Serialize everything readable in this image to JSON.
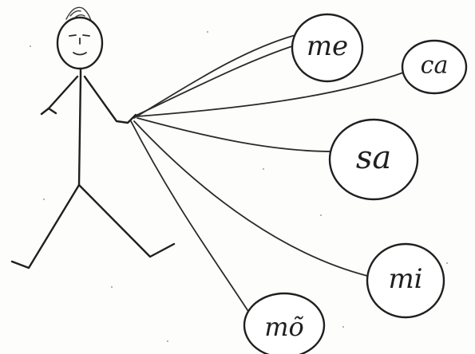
{
  "balloons": [
    {
      "id": "me",
      "label": "me"
    },
    {
      "id": "ca",
      "label": "ca"
    },
    {
      "id": "sa",
      "label": "sa"
    },
    {
      "id": "mi",
      "label": "mi"
    },
    {
      "id": "mo",
      "label": "mõ"
    }
  ],
  "colors": {
    "ink": "#1f1f1f",
    "paper": "#fdfdfc"
  }
}
